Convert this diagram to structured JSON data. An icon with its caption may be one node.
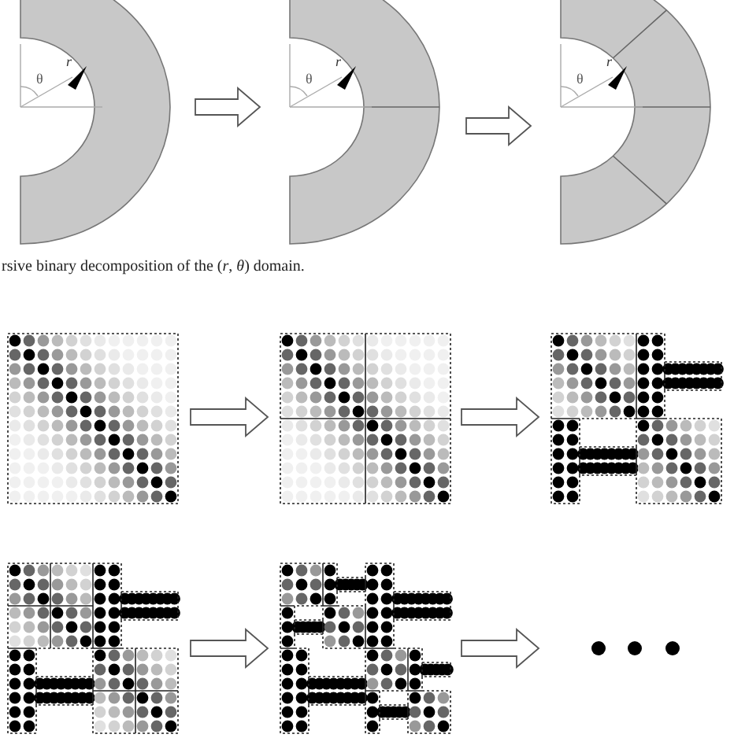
{
  "diagram": {
    "caption": "rsive binary decomposition of the (*r*, *θ*) domain.",
    "nodes": [
      {
        "text": [
          "θ",
          "r"
        ]
      },
      {
        "text": [
          "θ",
          "r"
        ]
      },
      {
        "text": [
          "θ",
          "r"
        ]
      },
      {
        "text": [],
        "shape": "picture"
      },
      {
        "text": [],
        "shape": "picture"
      },
      {
        "text": [],
        "shape": "picture"
      },
      {
        "text": [],
        "shape": "picture"
      },
      {
        "text": [],
        "shape": "picture"
      },
      {
        "text": [],
        "shape": "picture"
      }
    ],
    "edges": [
      {
        "from": 0,
        "to": 1,
        "arrow": "to"
      },
      {
        "from": 1,
        "to": 2,
        "arrow": "to"
      },
      {
        "from": 3,
        "to": 4,
        "arrow": "to"
      },
      {
        "from": 4,
        "to": 5,
        "arrow": "to"
      },
      {
        "from": 6,
        "to": 7,
        "arrow": "to"
      },
      {
        "from": 7,
        "to": 8,
        "arrow": "to"
      }
    ]
  }
}
